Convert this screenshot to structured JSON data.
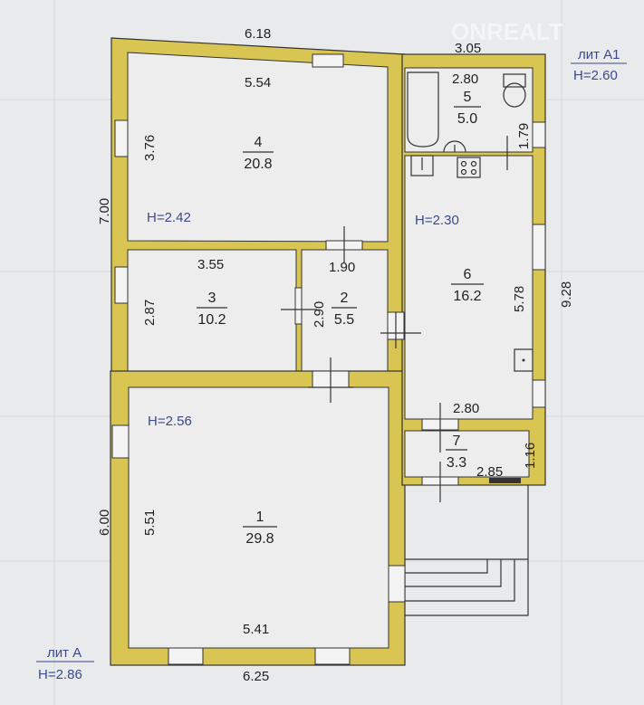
{
  "watermark": "ONREALT",
  "lit_a": {
    "label": "лит А",
    "height": "H=2.86"
  },
  "lit_a1": {
    "label": "лит А1",
    "height": "H=2.60"
  },
  "ceiling_heights": {
    "room4": "H=2.42",
    "room6": "H=2.30",
    "room1": "H=2.56"
  },
  "rooms": [
    {
      "number": "1",
      "area": "29.8"
    },
    {
      "number": "2",
      "area": "5.5"
    },
    {
      "number": "3",
      "area": "10.2"
    },
    {
      "number": "4",
      "area": "20.8"
    },
    {
      "number": "5",
      "area": "5.0"
    },
    {
      "number": "6",
      "area": "16.2"
    },
    {
      "number": "7",
      "area": "3.3"
    }
  ],
  "dimensions": {
    "top_outer": "6.18",
    "room4_width": "5.54",
    "room4_depth": "3.76",
    "left_outer_top": "7.00",
    "a1_top_outer": "3.05",
    "room5_width": "2.80",
    "room5_depth": "1.79",
    "room3_width": "3.55",
    "room3_depth": "2.87",
    "room2_width": "1.90",
    "room2_depth": "2.90",
    "room6_depth": "5.78",
    "a1_right_outer": "9.28",
    "room6_width": "2.80",
    "room7_width": "2.85",
    "room7_depth": "1.16",
    "left_outer_bottom": "6.00",
    "room1_depth": "5.51",
    "room1_width": "5.41",
    "bottom_outer": "6.25"
  }
}
